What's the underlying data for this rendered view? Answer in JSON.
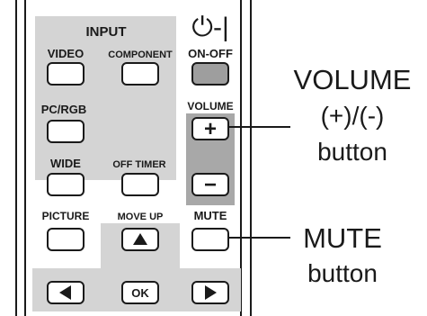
{
  "colors": {
    "panel_gray": "#d4d4d4",
    "volume_gray": "#a8a8a8",
    "button_white": "#ffffff",
    "button_gray": "#9e9e9e",
    "outline": "#1a1a1a",
    "background": "#ffffff"
  },
  "remote": {
    "input_label": "INPUT",
    "power_symbol": "⏻-|",
    "buttons": {
      "video": "VIDEO",
      "component": "COMPONENT",
      "on_off": "ON-OFF",
      "pc_rgb": "PC/RGB",
      "volume": "VOLUME",
      "volume_plus": "+",
      "volume_minus": "−",
      "wide": "WIDE",
      "off_timer": "OFF TIMER",
      "picture": "PICTURE",
      "move_up": "MOVE UP",
      "mute": "MUTE",
      "ok": "OK"
    },
    "icons": {
      "up_arrow": "triangle-up-icon",
      "left_arrow": "triangle-left-icon",
      "right_arrow": "triangle-right-icon"
    }
  },
  "callouts": {
    "volume_line1": "VOLUME",
    "volume_line2": "(+)/(-)",
    "volume_line3": "button",
    "mute_line1": "MUTE",
    "mute_line2": "button"
  }
}
